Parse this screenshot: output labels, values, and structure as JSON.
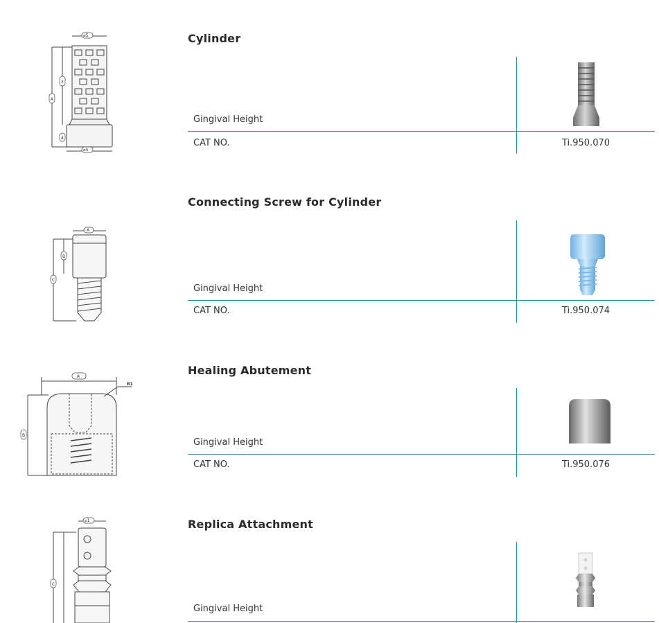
{
  "products": [
    {
      "title": "Cylinder",
      "gingival_label": "Gingival Height",
      "cat_label": "CAT NO.",
      "cat_no": "Ti.950.070"
    },
    {
      "title": "Connecting Screw for Cylinder",
      "gingival_label": "Gingival Height",
      "cat_label": "CAT NO.",
      "cat_no": "Ti.950.074"
    },
    {
      "title": "Healing Abutement",
      "gingival_label": "Gingival Height",
      "cat_label": "CAT NO.",
      "cat_no": "Ti.950.076"
    },
    {
      "title": "Replica Attachment",
      "gingival_label": "Gingival Height"
    }
  ],
  "drawing_labels": {
    "cylinder": [
      "⌀5",
      "A",
      "3",
      "4",
      "⌀5"
    ],
    "screw": [
      "A",
      "B",
      "C"
    ],
    "healing": [
      "A",
      "R1",
      "B"
    ],
    "replica": [
      "⌀1",
      "C"
    ]
  },
  "colors": {
    "rule": "#3a8a96",
    "screw_blue": "#8fc7ee",
    "metal": "#a9a9a9"
  }
}
